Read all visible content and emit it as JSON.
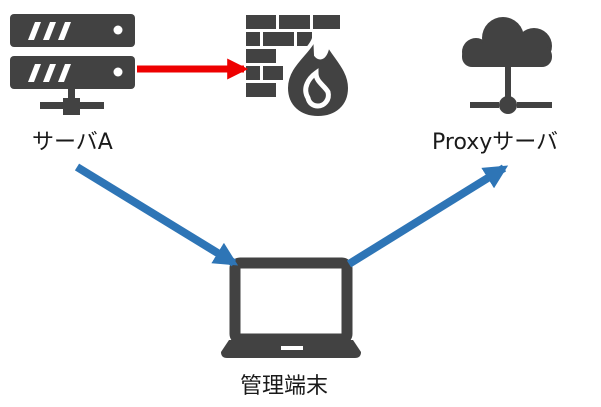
{
  "nodes": {
    "server_a": {
      "label": "サーバA"
    },
    "firewall": {
      "label": ""
    },
    "proxy": {
      "label": "Proxyサーバ"
    },
    "terminal": {
      "label": "管理端末"
    }
  },
  "icons": {
    "server_a": "server-rack-icon",
    "firewall": "firewall-icon",
    "proxy": "cloud-network-icon",
    "terminal": "laptop-icon"
  },
  "colors": {
    "icon": "#424242",
    "blocked_arrow": "#ee0000",
    "route_arrow": "#2e75b6"
  }
}
